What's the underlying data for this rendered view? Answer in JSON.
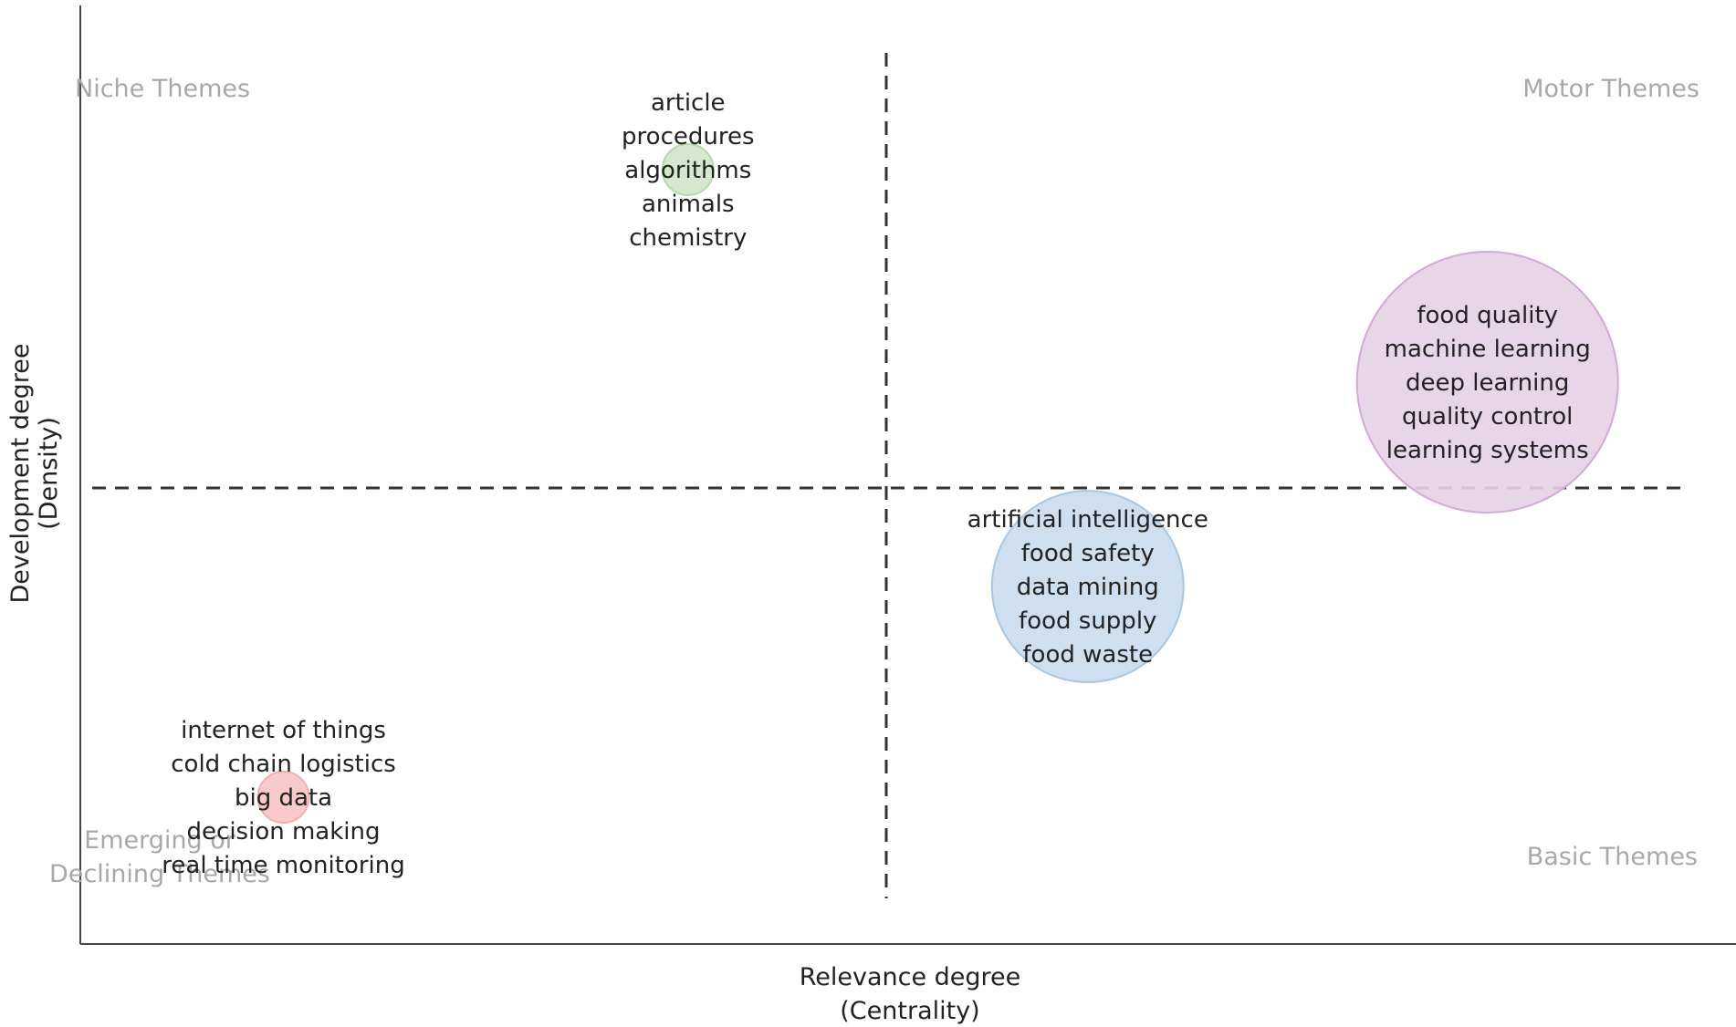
{
  "chart_data": {
    "type": "scatter",
    "title": "",
    "xlabel": [
      "Relevance degree",
      "(Centrality)"
    ],
    "ylabel": [
      "Development degree",
      "(Density)"
    ],
    "xlim": [
      0,
      1
    ],
    "ylim": [
      0,
      1
    ],
    "reference_lines": {
      "x": 0.5,
      "y": 0.5
    },
    "grid": false,
    "legend": "none",
    "quadrants": {
      "top_left": [
        "Niche Themes"
      ],
      "top_right": [
        "Motor Themes"
      ],
      "bottom_left": [
        "Emerging or",
        "Declining Themes"
      ],
      "bottom_right": [
        "Basic Themes"
      ]
    },
    "clusters": [
      {
        "x": 0.377,
        "y": 0.849,
        "size": 1,
        "fill": "#cfe6c8",
        "stroke": "#b5d9ab",
        "terms": [
          "article",
          "procedures",
          "algorithms",
          "animals",
          "chemistry"
        ]
      },
      {
        "x": 0.873,
        "y": 0.616,
        "size": 26,
        "fill": "#e3d2e6",
        "stroke": "#d3a9d7",
        "terms": [
          "food quality",
          "machine learning",
          "deep learning",
          "quality control",
          "learning systems"
        ]
      },
      {
        "x": 0.625,
        "y": 0.392,
        "size": 14,
        "fill": "#c9dced",
        "stroke": "#a7c8e2",
        "terms": [
          "artificial intelligence",
          "food safety",
          "data mining",
          "food supply",
          "food waste"
        ]
      },
      {
        "x": 0.126,
        "y": 0.161,
        "size": 1,
        "fill": "#f7c4c6",
        "stroke": "#f2aeb1",
        "terms": [
          "internet of things",
          "cold chain logistics",
          "big data",
          "decision making",
          "real time monitoring"
        ]
      }
    ]
  }
}
